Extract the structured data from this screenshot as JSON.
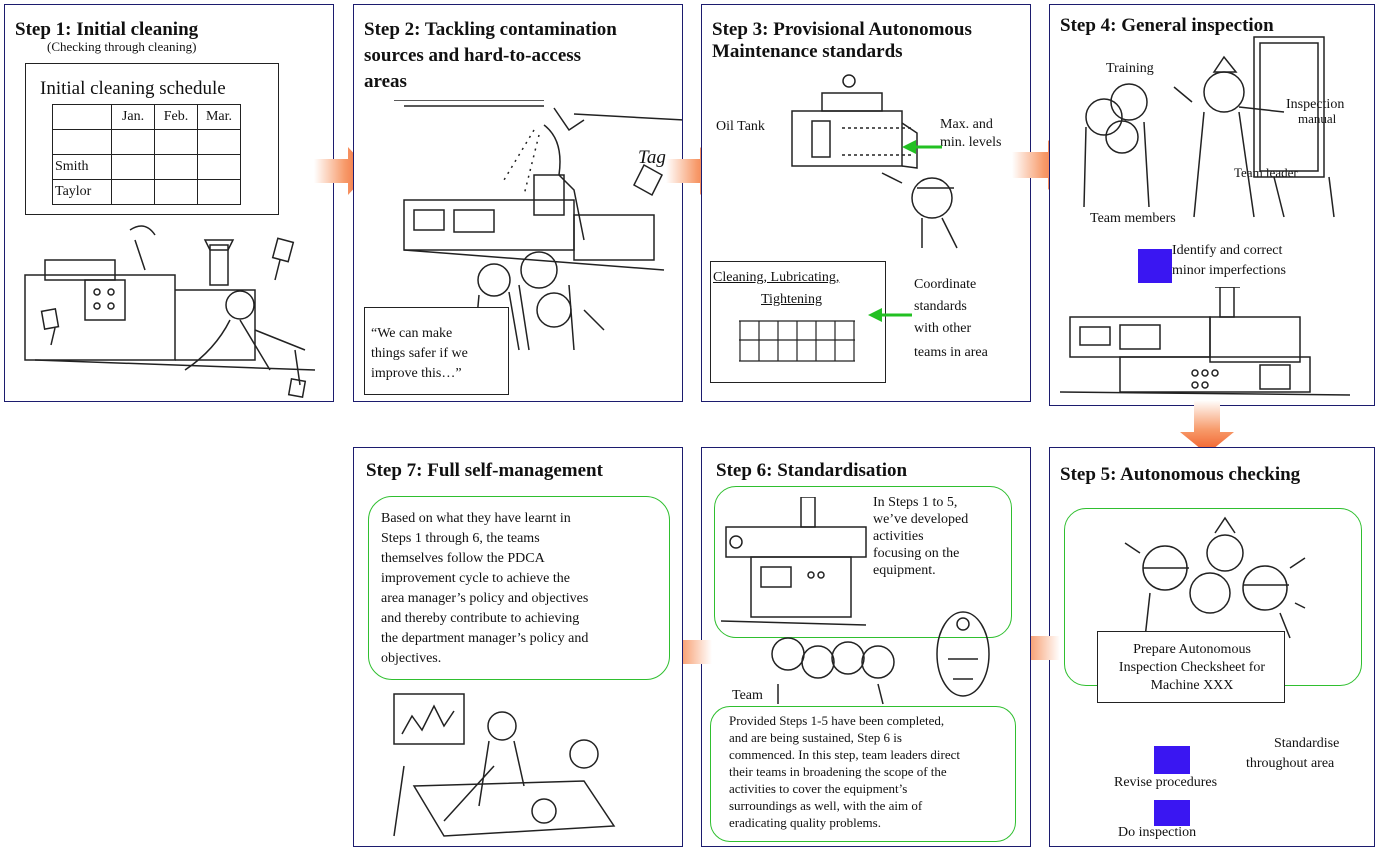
{
  "steps": {
    "s1": {
      "title": "Step 1: Initial cleaning",
      "subtitle": "(Checking through cleaning)",
      "schedule_title": "Initial cleaning schedule",
      "months": [
        "Jan.",
        "Feb.",
        "Mar."
      ],
      "names": [
        "Smith",
        "Taylor"
      ]
    },
    "s2": {
      "title_line1": "Step 2: Tackling contamination",
      "title_line2": "sources and hard-to-access",
      "title_line3": "areas",
      "tag": "Tag",
      "quote_line1": "“We can make",
      "quote_line2": "things  safer if we",
      "quote_line3": "improve this…”"
    },
    "s3": {
      "title_line1": "Step 3: Provisional Autonomous",
      "title_line2": "Maintenance standards",
      "oil_tank": "Oil Tank",
      "levels_line1": "Max. and",
      "levels_line2": "min. levels",
      "clt_line1": "Cleaning, Lubricating,",
      "clt_line2": "Tightening",
      "coord_line1": "Coordinate",
      "coord_line2": "standards",
      "coord_line3": "with other",
      "coord_line4": "teams in area"
    },
    "s4": {
      "title": "Step 4: General inspection",
      "training": "Training",
      "manual_line1": "Inspection",
      "manual_line2": "manual",
      "team_leader": "Team leader",
      "team_members": "Team members",
      "identify_line1": "Identify and correct",
      "identify_line2": "minor imperfections"
    },
    "s5": {
      "title": "Step 5: Autonomous checking",
      "checksheet_line1": "Prepare  Autonomous",
      "checksheet_line2": "Inspection Checksheet for",
      "checksheet_line3": "Machine XXX",
      "standardise_line1": "Standardise",
      "standardise_line2": "throughout area",
      "revise": "Revise procedures",
      "do_inspection": "Do inspection"
    },
    "s6": {
      "title": "Step 6: Standardisation",
      "bubble_line1": "In Steps 1 to 5,",
      "bubble_line2": "we’ve developed",
      "bubble_line3": "activities",
      "bubble_line4": "focusing on the",
      "bubble_line5": "equipment.",
      "team": "Team",
      "desc_lines": [
        "Provided Steps 1-5 have been completed,",
        "and are being sustained, Step 6 is",
        "commenced. In this step, team leaders direct",
        "their  teams in broadening the scope of the",
        "activities to cover the equipment’s",
        "surroundings as well, with the aim of",
        "eradicating quality problems."
      ]
    },
    "s7": {
      "title": "Step 7: Full self-management",
      "desc_lines": [
        "Based on what they have learnt in",
        "Steps 1 through 6, the teams",
        "themselves follow the PDCA",
        "improvement cycle to achieve the",
        "area manager’s policy and objectives",
        "and thereby contribute to achieving",
        "the department manager’s policy and",
        "objectives."
      ]
    }
  },
  "colors": {
    "panel_border": "#1c1c6e",
    "arrow": "#f15a24",
    "green": "#22c022",
    "highlight_square": "#3a16f2"
  },
  "icons": [
    "right-arrow-icon",
    "down-arrow-icon",
    "left-arrow-icon",
    "green-arrow-icon"
  ]
}
